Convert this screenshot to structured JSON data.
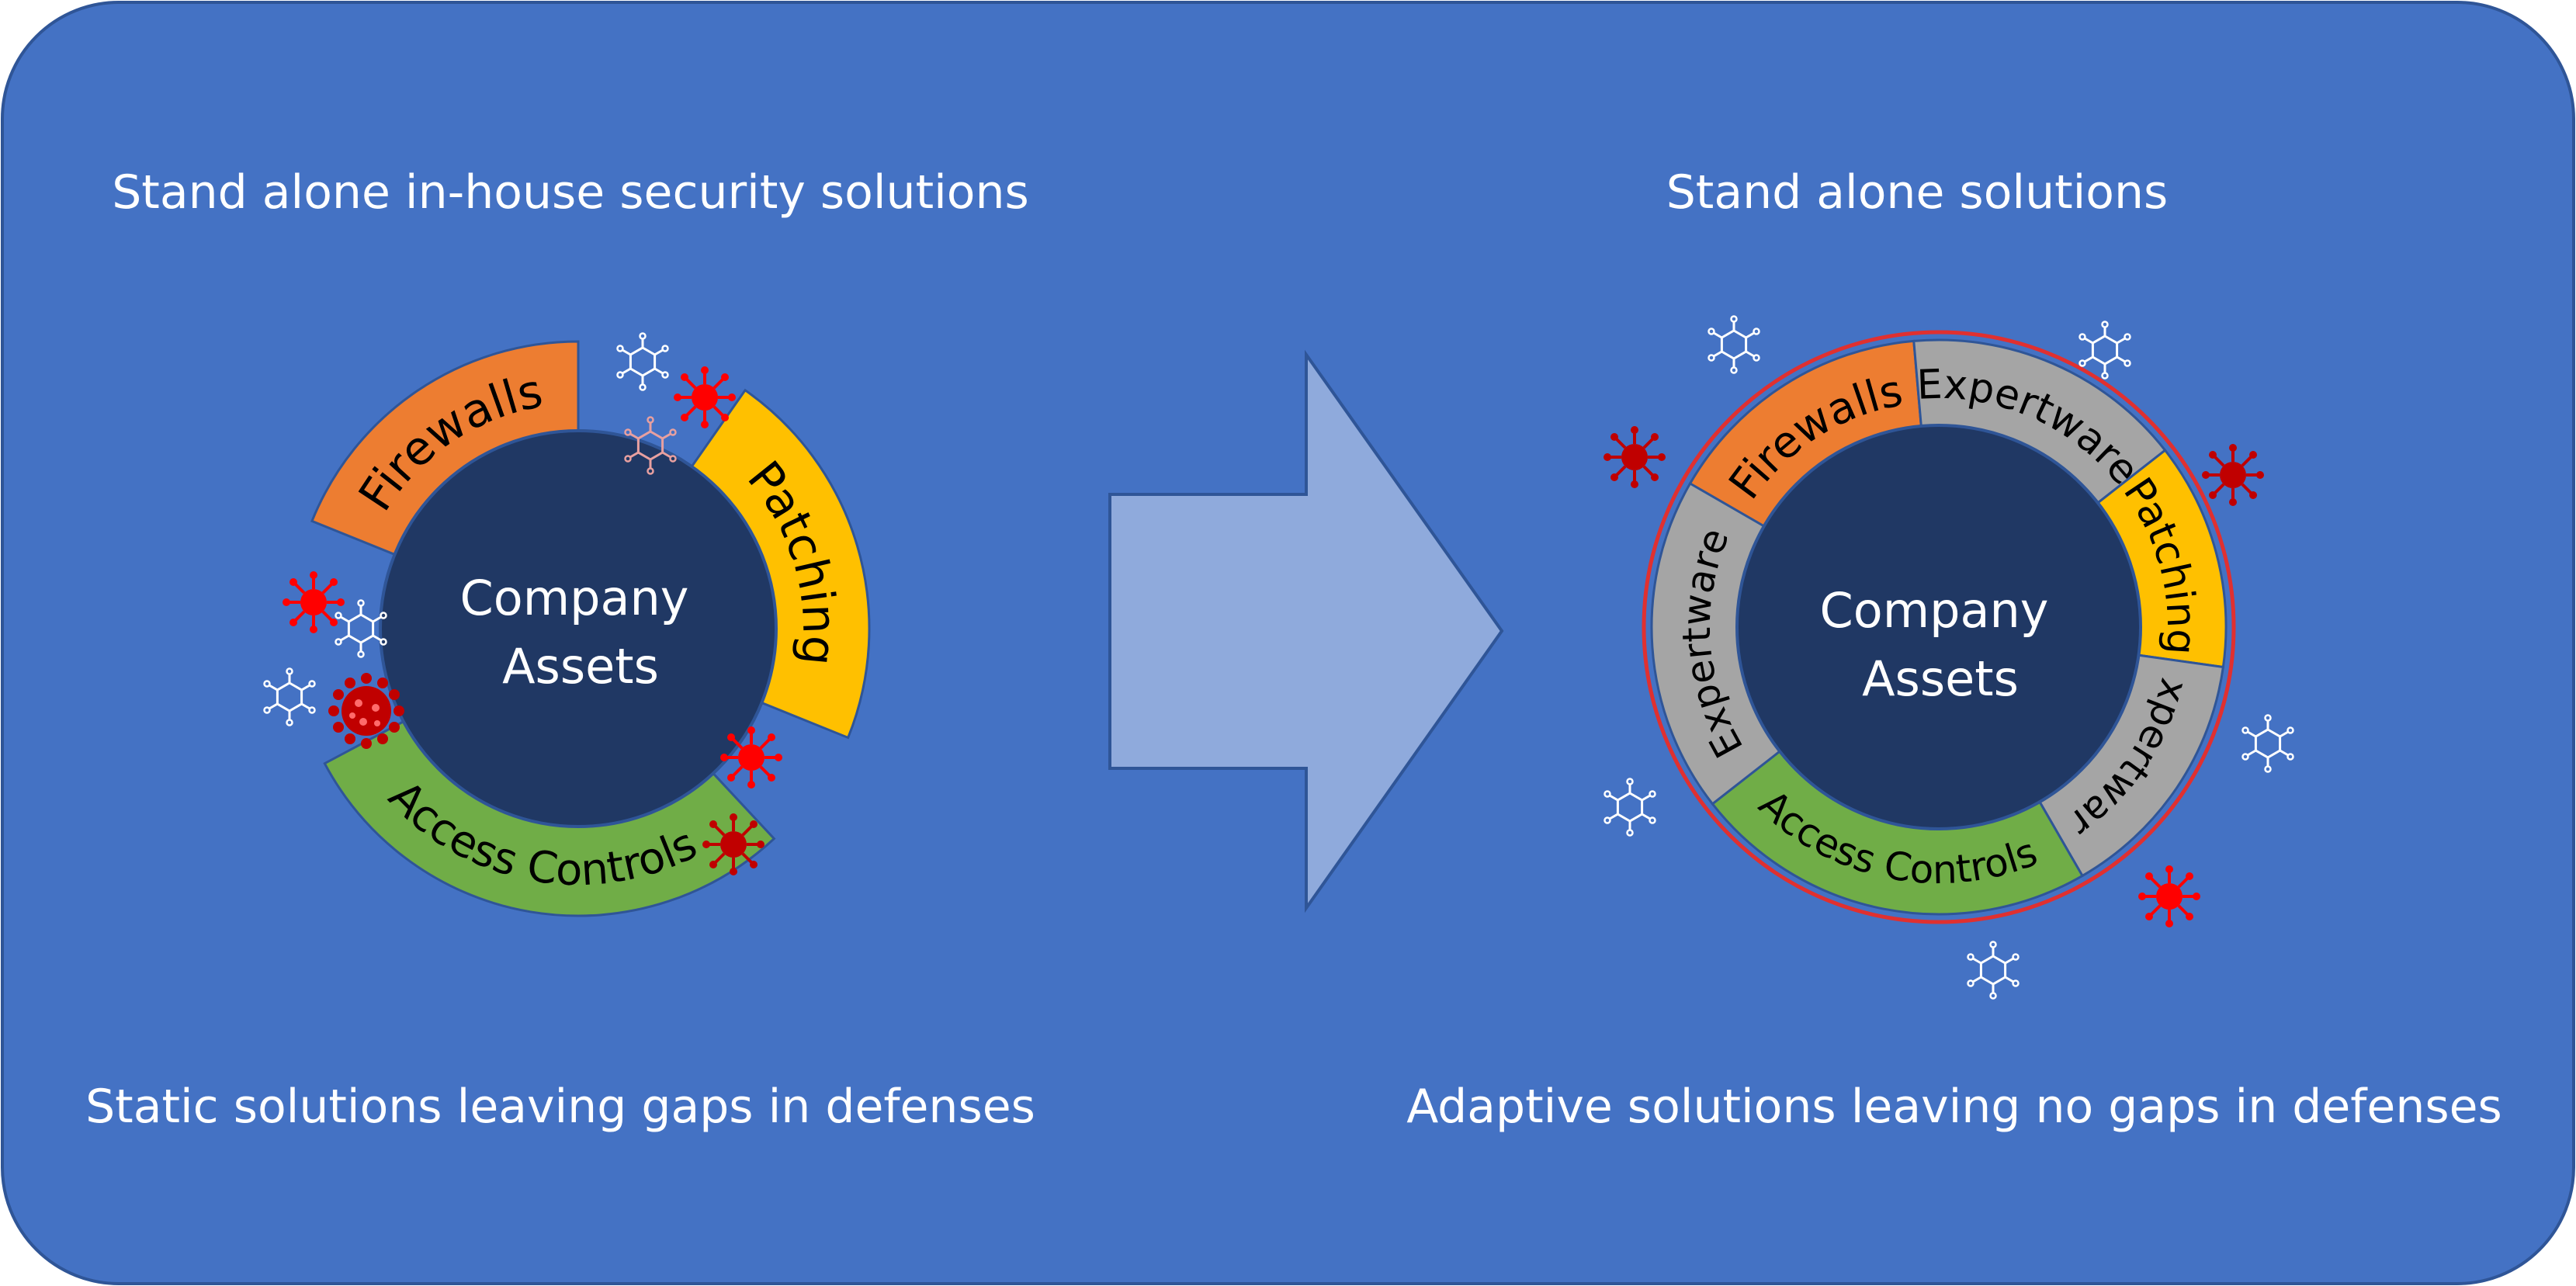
{
  "left_panel": {
    "title": "Stand alone in-house security solutions",
    "caption": "Static solutions leaving gaps in defenses",
    "center_label_line1": "Company",
    "center_label_line2": "Assets",
    "segments": [
      "Firewalls",
      "Patching",
      "Access Controls"
    ]
  },
  "right_panel": {
    "title": "Stand alone solutions",
    "caption": "Adaptive solutions leaving no gaps in defenses",
    "center_label_line1": "Company",
    "center_label_line2": "Assets",
    "segments": [
      "Firewalls",
      "Expertware",
      "Patching",
      "Expertware",
      "Access Controls",
      "Expertware"
    ]
  },
  "colors": {
    "background": "#4472C4",
    "panel_border": "#2F5597",
    "core": "#203864",
    "firewalls": "#ED7D31",
    "patching": "#FFC000",
    "access_controls": "#70AD47",
    "expertware": "#A5A5A5",
    "arrow": "#8FAADC",
    "virus": "#FF0000",
    "virus_dark": "#C00000",
    "outer_ring": "#E03030"
  },
  "icons": [
    "virus-icon",
    "molecule-icon",
    "coronavirus-icon"
  ]
}
